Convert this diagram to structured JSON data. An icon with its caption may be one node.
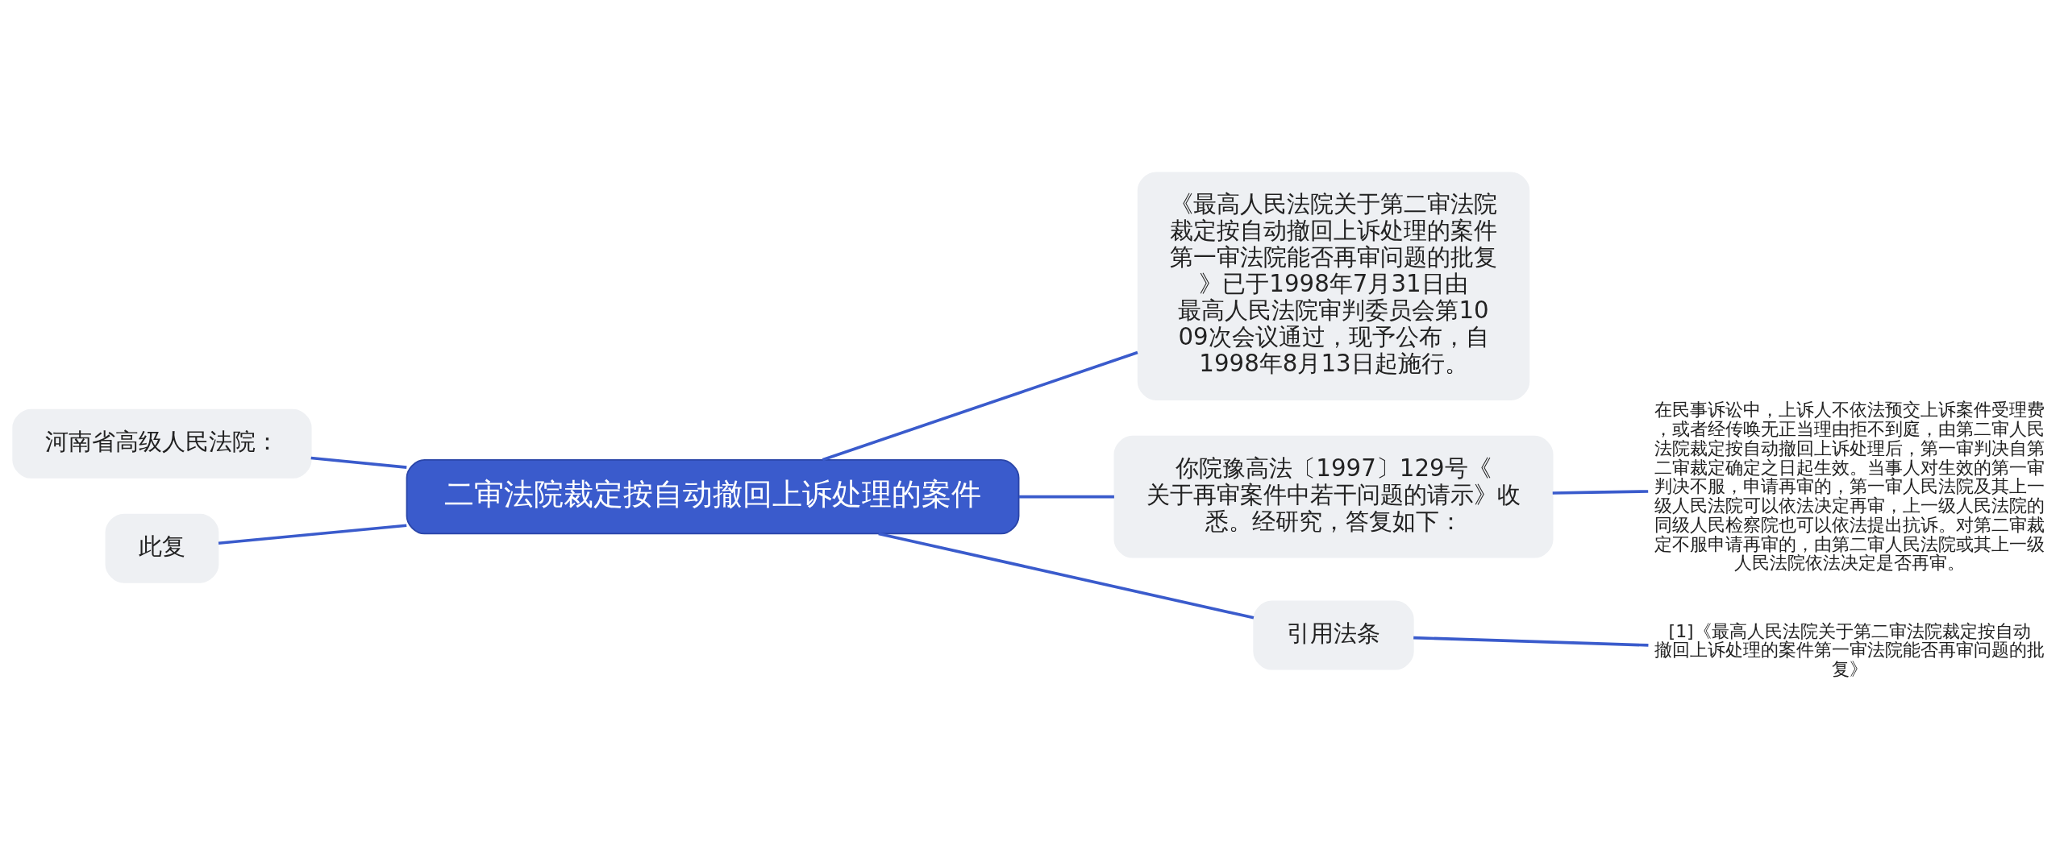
{
  "diagram": {
    "nodes": [
      {
        "text": [
          "二审法院裁定按自动撤回上诉处理的案件"
        ]
      },
      {
        "text": [
          "《最高人民法院关于第二审法院裁定按自动撤回上诉处理的案件第一审法院能否再审问题的批复》已于1998年7月31日由最高人民法院审判委员会第1009次会议通过，现予公布，自1998年8月13日起施行。"
        ]
      },
      {
        "text": [
          "河南省高级人民法院："
        ]
      },
      {
        "text": [
          "此复"
        ]
      },
      {
        "text": [
          "你院豫高法〔1997〕129号《关于再审案件中若干问题的请示》收悉。经研究，答复如下："
        ]
      },
      {
        "text": [
          "在民事诉讼中，上诉人不依法预交上诉案件受理费，或者经传唤无正当理由拒不到庭，由第二审人民法院裁定按自动撤回上诉处理后，第一审判决自第二审裁定确定之日起生效。当事人对生效的第一审判决不服，申请再审的，第一审人民法院及其上一级人民法院可以依法决定再审，上一级人民法院的同级人民检察院也可以依法提出抗诉。对第二审裁定不服申请再审的，由第二审人民法院或其上一级人民法院依法决定是否再审。"
        ]
      },
      {
        "text": [
          "引用法条"
        ]
      },
      {
        "text": [
          "[1]《最高人民法院关于第二审法院裁定按自动撤回上诉处理的案件第一审法院能否再审问题的批复》"
        ]
      }
    ],
    "edges": [
      {
        "from": 0,
        "to": 1,
        "arrow": "none"
      },
      {
        "from": 0,
        "to": 2,
        "arrow": "none"
      },
      {
        "from": 0,
        "to": 3,
        "arrow": "none"
      },
      {
        "from": 0,
        "to": 4,
        "arrow": "none"
      },
      {
        "from": 4,
        "to": 5,
        "arrow": "none"
      },
      {
        "from": 0,
        "to": 6,
        "arrow": "none"
      },
      {
        "from": 6,
        "to": 7,
        "arrow": "none"
      }
    ]
  }
}
